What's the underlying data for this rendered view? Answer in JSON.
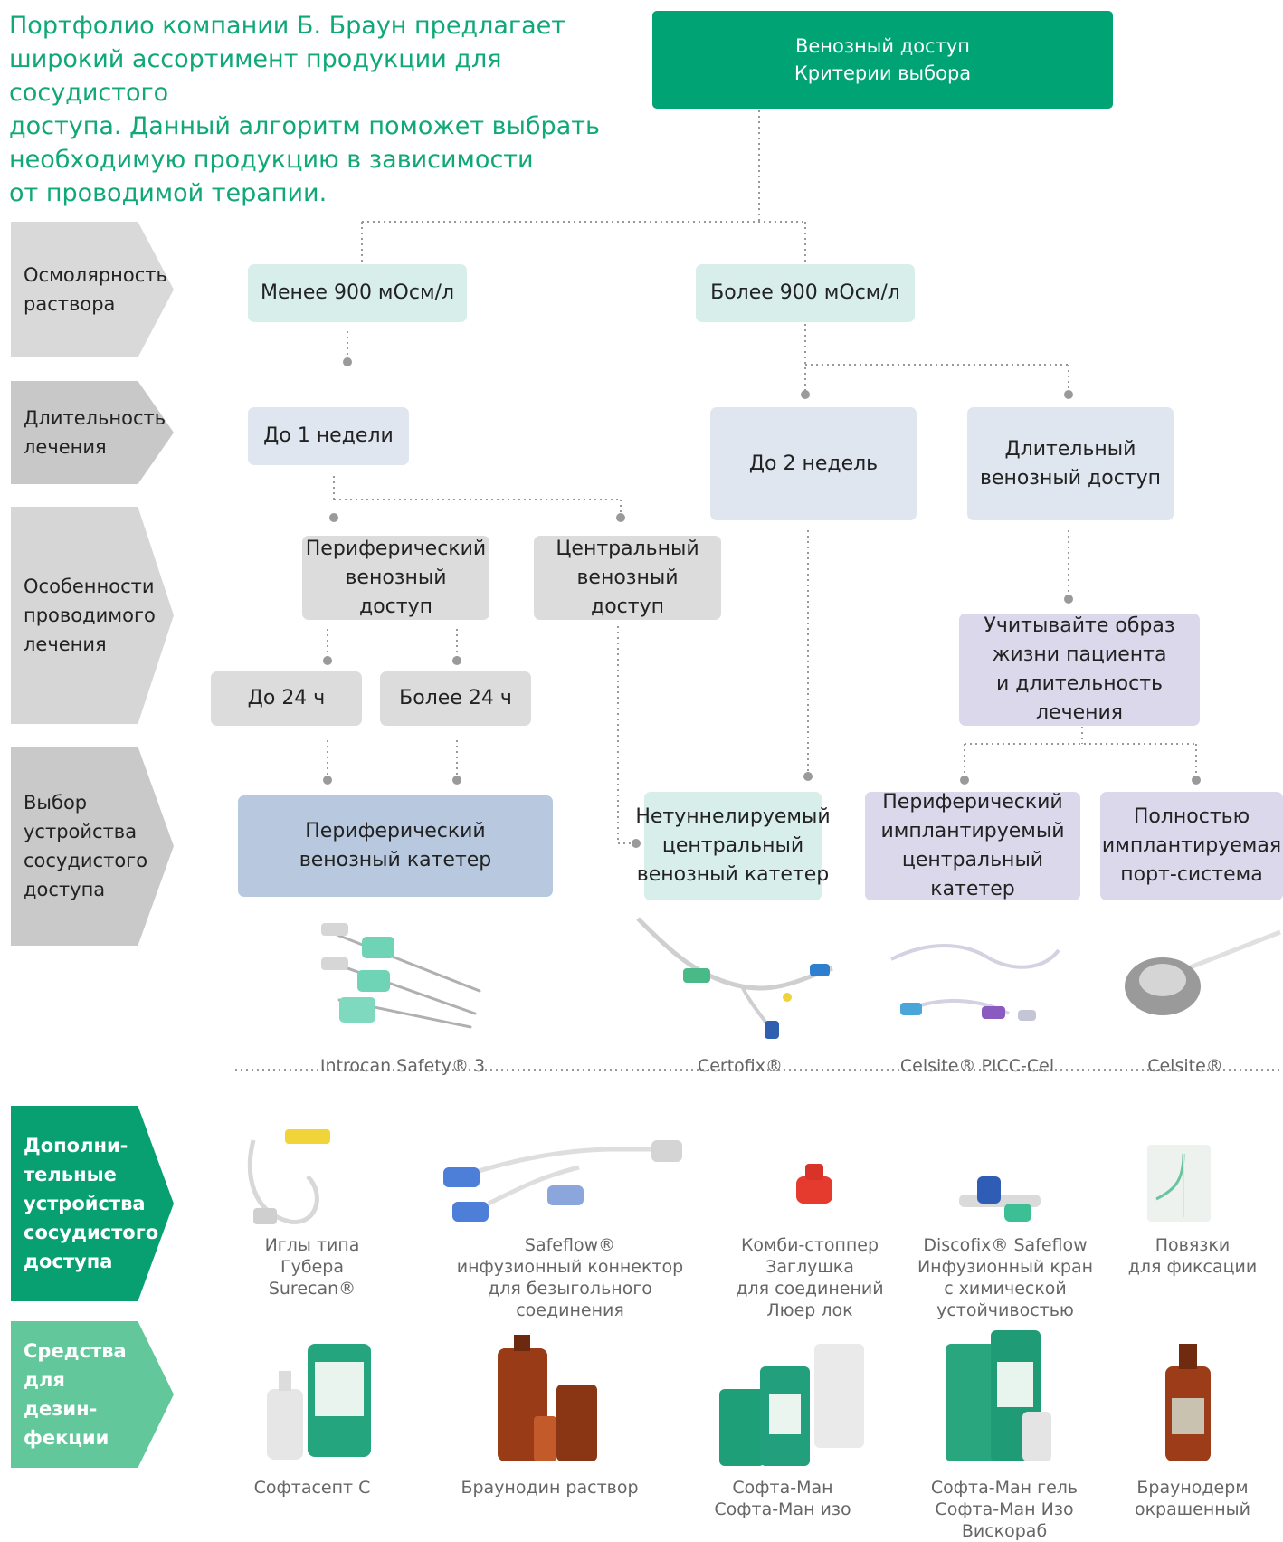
{
  "intro": "Портфолио компании Б. Браун предлагает\nширокий ассортимент продукции для сосудистого\nдоступа. Данный алгоритм поможет выбрать\nнеобходимую продукцию в зависимости\nот проводимой терапии.",
  "root": "Венозный доступ\nКритерии выбора",
  "rows": {
    "osm": "Осмолярность\nраствора",
    "dur": "Длительность\nлечения",
    "feat": "Особенности\nпроводимого\nлечения",
    "dev": "Выбор\nустройства\nсосудистого\nдоступа",
    "add": "Дополни-\nтельные\nустройства\nсосудистого\nдоступа",
    "dis": "Средства\nдля дезин-\nфекции"
  },
  "nodes": {
    "less900": "Менее 900 мОсм/л",
    "more900": "Более 900 мОсм/л",
    "week1": "До 1 недели",
    "week2": "До 2 недель",
    "longterm": "Длительный\nвенозный доступ",
    "periph": "Периферический\nвенозный доступ",
    "central": "Центральный\nвенозный доступ",
    "lifestyle": "Учитывайте образ\nжизни пациента\nи длительность лечения",
    "h24": "До 24 ч",
    "h24plus": "Более 24 ч",
    "pvk": "Периферический\nвенозный катетер",
    "cvc": "Нетуннелируемый\nцентральный\nвенозный катетер",
    "picc": "Периферический\nимплантируемый\nцентральный катетер",
    "port": "Полностью\nимплантируемая\nпорт-система"
  },
  "products": [
    "Introcan Safety® 3",
    "Certofix®",
    "Celsite® PICC-Cel",
    "Celsite®"
  ],
  "accessories": [
    "Иглы типа Губера\nSurecan®",
    "Safeflow®\nинфузионный коннектор\nдля безыгольного соединения",
    "Комби-стоппер\nЗаглушка\nдля соединений\nЛюер лок",
    "Discofix® Safeflow\nИнфузионный кран\nс химической\nустойчивостью",
    "Повязки\nдля фиксации"
  ],
  "disinfectants": [
    "Софтасепт С",
    "Браунодин раствор",
    "Софта-Ман\nСофта-Ман изо",
    "Софта-Ман гель\nСофта-Ман Изо\nВискораб",
    "Браунодерм\nокрашенный"
  ],
  "colors": {
    "brand_green": "#00a373",
    "intro_text": "#10a878",
    "connector": "#999999"
  }
}
